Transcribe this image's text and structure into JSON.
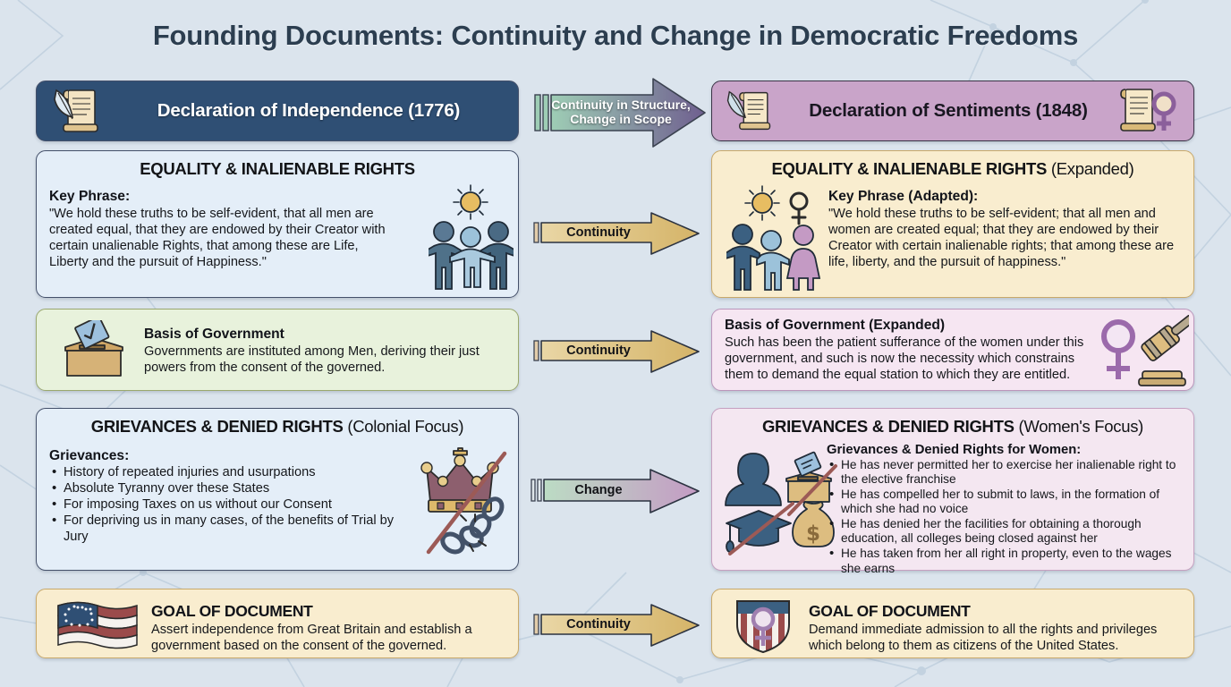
{
  "page": {
    "title": "Founding Documents: Continuity and Change in Democratic Freedoms",
    "background_color": "#dbe4ed",
    "title_color": "#2c3e50"
  },
  "headers": {
    "left": {
      "label": "Declaration of Independence (1776)",
      "bg_color": "#2f4f74",
      "text_color": "#ffffff",
      "icon": "scroll-quill-icon"
    },
    "right": {
      "label": "Declaration of Sentiments (1848)",
      "bg_color": "#c9a4c9",
      "text_color": "#191721",
      "icon_left": "scroll-quill-icon",
      "icon_right": "scroll-venus-icon"
    },
    "connector": {
      "line1": "Continuity in Structure,",
      "line2": "Change in Scope",
      "gradient_from": "#9ecdb5",
      "gradient_to": "#6f5f8f",
      "text_color": "#ffffff"
    }
  },
  "left_column": [
    {
      "id": "equality",
      "heading_bold": "EQUALITY & INALIENABLE RIGHTS",
      "heading_soft": "",
      "label": "Key Phrase:",
      "text": "\"We hold these truths to be self-evident, that all men are created equal, that they are endowed by their Creator with certain unalienable Rights, that among these are Life, Liberty and the pursuit of Happiness.\"",
      "icon": "three-people-sun-icon",
      "bg_color": "#e4eef8"
    },
    {
      "id": "basis",
      "heading_bold": "",
      "heading_soft": "",
      "label": "Basis of Government",
      "text": "Governments are instituted among Men, deriving their just powers from the consent of the governed.",
      "icon": "ballot-box-icon",
      "bg_color": "#e8f2dc"
    },
    {
      "id": "grievances",
      "heading_bold": "GRIEVANCES & DENIED RIGHTS",
      "heading_soft": " (Colonial Focus)",
      "label": "Grievances:",
      "bullets": [
        "History of repeated injuries and usurpations",
        "Absolute Tyranny over these States",
        "For imposing Taxes on us without our Consent",
        "For depriving us in many cases, of the benefits of Trial by Jury"
      ],
      "icon": "crown-broken-chain-icon",
      "bg_color": "#e4eef8"
    },
    {
      "id": "goal",
      "heading_bold": "",
      "heading_soft": "",
      "label": "GOAL OF DOCUMENT",
      "text": "Assert independence from Great Britain and establish a government based on the consent of the governed.",
      "icon": "betsy-ross-flag-icon",
      "bg_color": "#f9edcf"
    }
  ],
  "right_column": [
    {
      "id": "equality",
      "heading_bold": "EQUALITY & INALIENABLE RIGHTS",
      "heading_soft": " (Expanded)",
      "label": "Key Phrase (Adapted):",
      "text": "\"We hold these truths to be self-evident; that all men and women are created equal; that they are endowed by their Creator with certain inalienable rights; that among these are life, liberty, and the pursuit of happiness.\"",
      "icon": "three-people-sun-venus-icon",
      "bg_color": "#f9edcf"
    },
    {
      "id": "basis",
      "heading_bold": "",
      "heading_soft": "",
      "label": "Basis of Government (Expanded)",
      "text": "Such has been the patient sufferance of the women under this government, and such is now the necessity which constrains them to demand the equal station to which they are entitled.",
      "icon": "venus-gavel-icon",
      "bg_color": "#f6e6f2"
    },
    {
      "id": "grievances",
      "heading_bold": "GRIEVANCES & DENIED RIGHTS",
      "heading_soft": " (Women's Focus)",
      "label": "Grievances & Denied Rights for Women:",
      "bullets": [
        "He has never permitted her to exercise her inalienable right to the elective franchise",
        "He has compelled her to submit to laws, in the formation of which she had no voice",
        "He has denied her the facilities for obtaining a thorough education, all colleges being closed against her",
        "He has taken from her all right in property, even to the wages she earns"
      ],
      "icon": "woman-denied-rights-icon",
      "bg_color": "#f4e7f1"
    },
    {
      "id": "goal",
      "heading_bold": "",
      "heading_soft": "",
      "label": "GOAL OF DOCUMENT",
      "text": "Demand immediate admission to all the rights and privileges which belong to them as citizens of the United States.",
      "icon": "shield-venus-icon",
      "bg_color": "#f9edcf"
    }
  ],
  "connectors": [
    {
      "id": "conn-equality",
      "label": "Continuity",
      "type": "continuity",
      "color": "#e0c382"
    },
    {
      "id": "conn-basis",
      "label": "Continuity",
      "type": "continuity",
      "color": "#e0c382"
    },
    {
      "id": "conn-grievances",
      "label": "Change",
      "type": "change",
      "gradient_from": "#bcdcc4",
      "gradient_to": "#c49bc4"
    },
    {
      "id": "conn-goal",
      "label": "Continuity",
      "type": "continuity",
      "color": "#e0c382"
    }
  ]
}
